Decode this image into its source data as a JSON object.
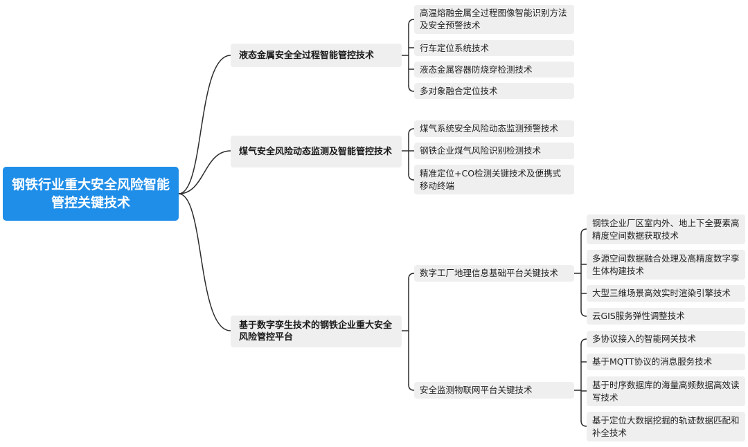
{
  "root": {
    "title": "钢铁行业重大安全风险智能管控关键技术"
  },
  "branches": [
    {
      "label": "液态金属安全全过程智能管控技术",
      "children": [
        {
          "label": "高温熔融金属全过程图像智能识别方法及安全预警技术"
        },
        {
          "label": "行车定位系统技术"
        },
        {
          "label": "液态金属容器防烧穿检测技术"
        },
        {
          "label": "多对象融合定位技术"
        }
      ]
    },
    {
      "label": "煤气安全风险动态监测及智能管控技术",
      "children": [
        {
          "label": "煤气系统安全风险动态监测预警技术"
        },
        {
          "label": "钢铁企业煤气风险识别检测技术"
        },
        {
          "label": "精准定位+CO检测关键技术及便携式移动终端"
        }
      ]
    },
    {
      "label": "基于数字孪生技术的钢铁企业重大安全风险管控平台",
      "children": [
        {
          "label": "数字工厂地理信息基础平台关键技术",
          "children": [
            "钢铁企业厂区室内外、地上下全要素高精度空间数据获取技术",
            "多源空间数据融合处理及高精度数字孪生体构建技术",
            "大型三维场景高效实时渲染引擎技术",
            "云GIS服务弹性调整技术"
          ]
        },
        {
          "label": "安全监测物联网平台关键技术",
          "children": [
            "多协议接入的智能网关技术",
            "基于MQTT协议的消息服务技术",
            "基于时序数据库的海量高频数据高效读写技术",
            "基于定位大数据挖掘的轨迹数据匹配和补全技术"
          ]
        }
      ]
    }
  ],
  "colors": {
    "root_bg": "#1f8ee8",
    "root_text": "#ffffff",
    "node_bg": "#efefef",
    "line": "#2b2b2b"
  }
}
